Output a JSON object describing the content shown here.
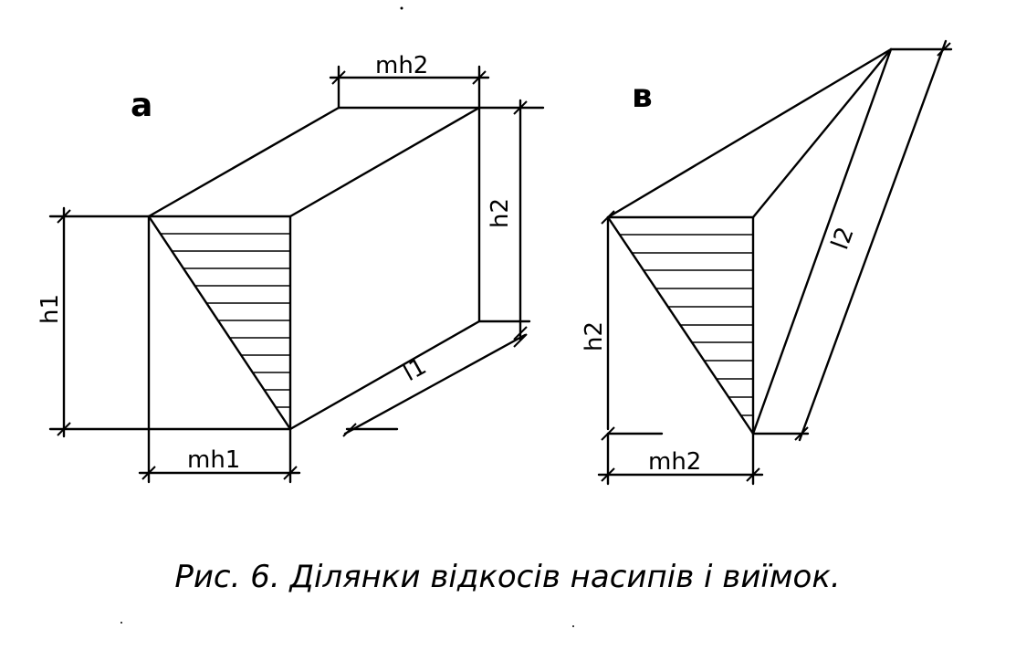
{
  "figure_a": {
    "letter": "а",
    "dim_top": "mh2",
    "dim_right": "h2",
    "dim_left": "h1",
    "dim_bottom": "mh1",
    "dim_slant": "l1"
  },
  "figure_v": {
    "letter": "в",
    "dim_left": "h2",
    "dim_bottom": "mh2",
    "dim_slant": "l2"
  },
  "caption": "Рис. 6. Ділянки відкосів насипів і виїмок."
}
